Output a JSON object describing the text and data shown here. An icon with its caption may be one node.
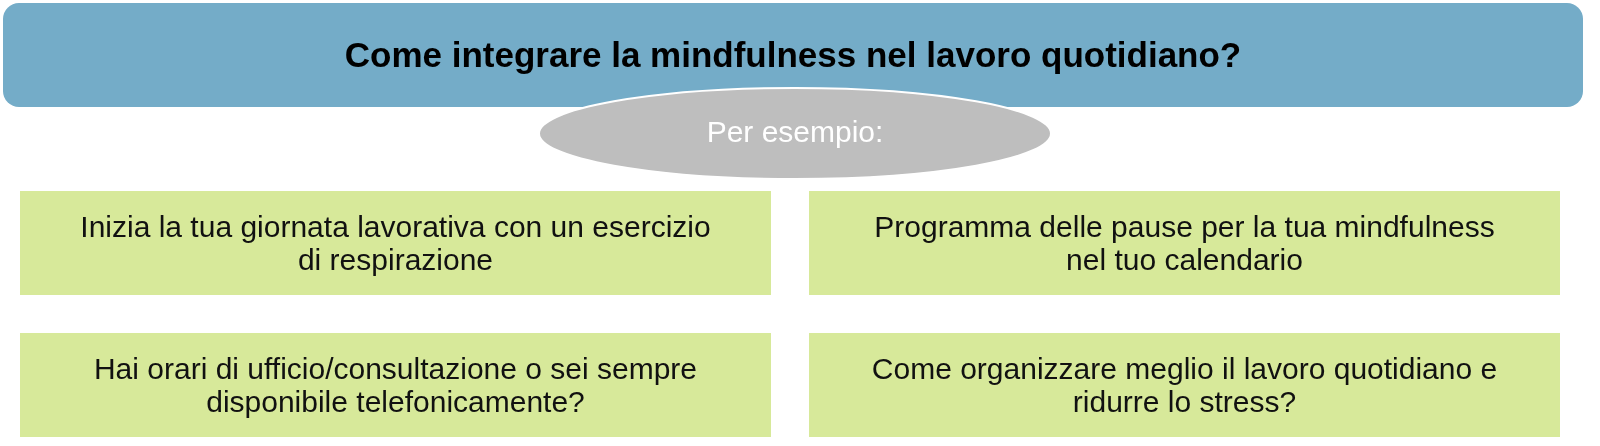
{
  "diagram": {
    "nodes": [
      {
        "text": [
          "Come integrare la mindfulness nel lavoro quotidiano?"
        ]
      },
      {
        "text": [
          "Per esempio:"
        ]
      },
      {
        "text": [
          "Inizia la tua giornata lavorativa con un esercizio di respirazione"
        ]
      },
      {
        "text": [
          "Programma delle pause per la tua mindfulness nel tuo calendario"
        ]
      },
      {
        "text": [
          "Hai orari di ufficio/consultazione o sei sempre disponibile telefonicamente?"
        ]
      },
      {
        "text": [
          "Come organizzare meglio il lavoro quotidiano e ridurre lo stress?"
        ]
      }
    ]
  }
}
